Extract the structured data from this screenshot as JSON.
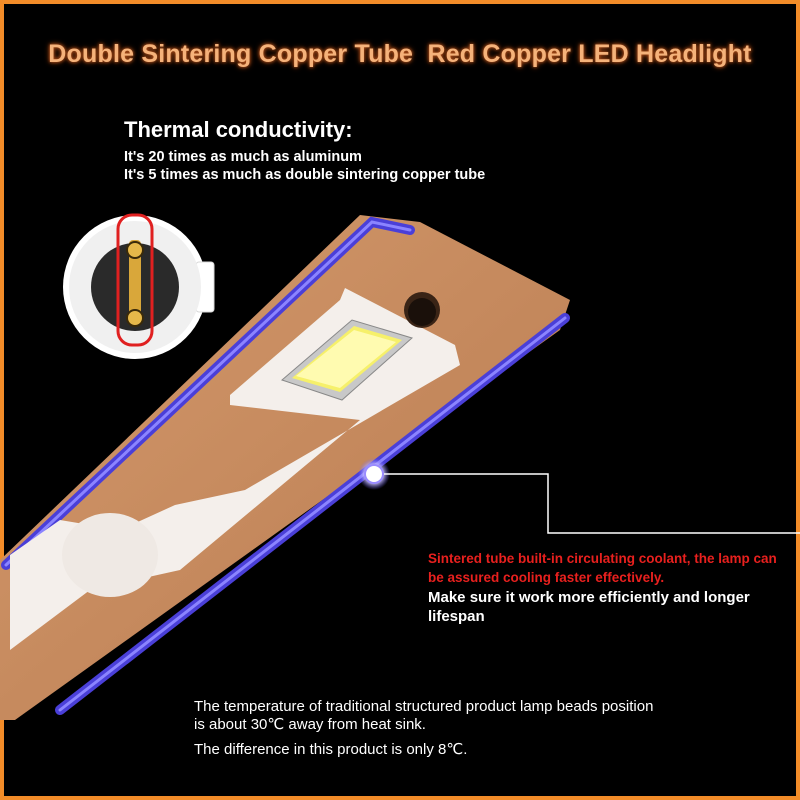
{
  "headline": "Double Sintering Copper Tube  Red Copper LED Headlight",
  "thermal": {
    "title": "Thermal conductivity:",
    "lines": [
      "It's 20 times as much as aluminum",
      "It's 5 times as much as double sintering copper tube"
    ]
  },
  "callout": {
    "red_text": "Sintered tube built-in circulating coolant, the lamp can be assured cooling faster effectively.",
    "white_text": "Make sure it work more efficiently and longer lifespan"
  },
  "bottom": {
    "line1": "The temperature of traditional structured product lamp beads position",
    "line2": "is about 30℃ away from heat sink.",
    "line3": "The difference in this product is only 8℃."
  },
  "colors": {
    "border": "#f28c28",
    "copper": "#c48a5e",
    "blue_tube": "#5a4fe0",
    "red_text": "#e8201e",
    "headline": "#f5b27a"
  }
}
